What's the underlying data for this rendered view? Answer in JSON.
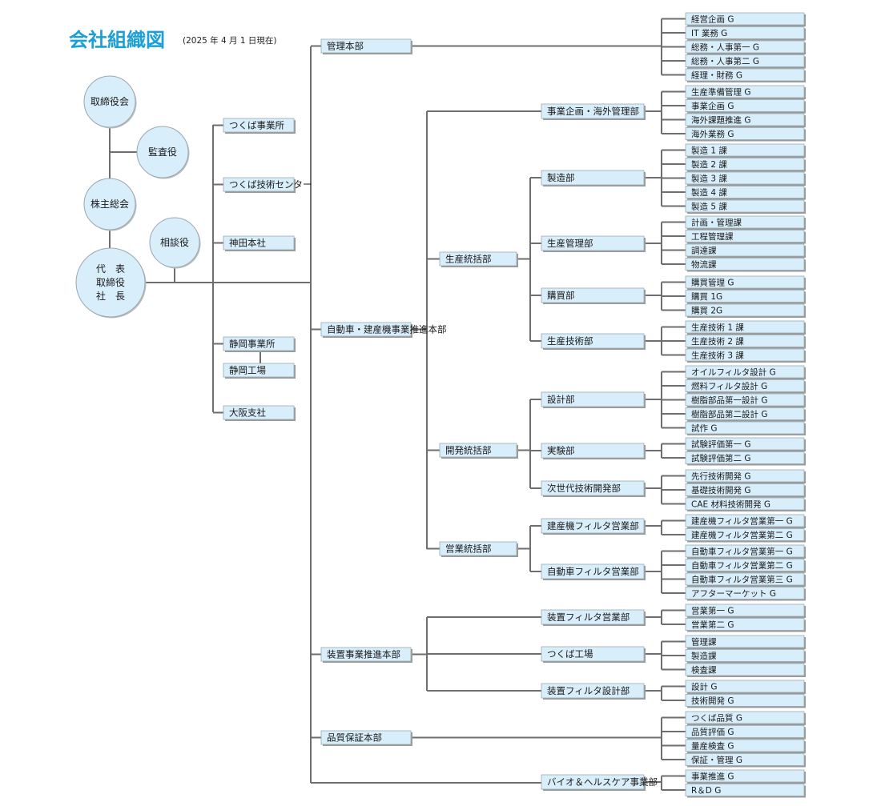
{
  "header": {
    "title": "会社組織図",
    "subtitle": "(2025 年 4 月 1 日現在)"
  },
  "colors": {
    "title": "#1a9fd8",
    "box_fill": "#d9eefb",
    "line": "#6e6e6e"
  },
  "governance": {
    "board": "取締役会",
    "auditor": "監査役",
    "shareholders": "株主総会",
    "advisor": "相談役",
    "president_lines": [
      "代　表",
      "取締役",
      "社　長"
    ]
  },
  "sites": [
    "つくば事業所",
    "つくば技術センター",
    "神田本社",
    "静岡事業所",
    "静岡工場",
    "大阪支社"
  ],
  "org": {
    "kanri": {
      "label": "管理本部",
      "groups": [
        "経営企画 G",
        "IT 業務 G",
        "総務・人事第一 G",
        "総務・人事第二 G",
        "経理・財務 G"
      ]
    },
    "jidosha": {
      "label": "自動車・建産機事業推進本部",
      "kikaku": {
        "label": "事業企画・海外管理部",
        "groups": [
          "生産準備管理 G",
          "事業企画 G",
          "海外課題推進 G",
          "海外業務 G"
        ]
      },
      "seisan_tokatsu": {
        "label": "生産統括部",
        "depts": [
          {
            "label": "製造部",
            "groups": [
              "製造 1 課",
              "製造 2 課",
              "製造 3 課",
              "製造 4 課",
              "製造 5 課"
            ]
          },
          {
            "label": "生産管理部",
            "groups": [
              "計画・管理課",
              "工程管理課",
              "調達課",
              "物流課"
            ]
          },
          {
            "label": "購買部",
            "groups": [
              "購買管理 G",
              "購買 1G",
              "購買 2G"
            ]
          },
          {
            "label": "生産技術部",
            "groups": [
              "生産技術 1 課",
              "生産技術 2 課",
              "生産技術 3 課"
            ]
          }
        ]
      },
      "kaihatsu_tokatsu": {
        "label": "開発統括部",
        "depts": [
          {
            "label": "設計部",
            "groups": [
              "オイルフィルタ設計 G",
              "燃料フィルタ設計 G",
              "樹脂部品第一設計 G",
              "樹脂部品第二設計 G",
              "試作 G"
            ]
          },
          {
            "label": "実験部",
            "groups": [
              "試験評価第一 G",
              "試験評価第二 G"
            ]
          },
          {
            "label": "次世代技術開発部",
            "groups": [
              "先行技術開発 G",
              "基礎技術開発 G",
              "CAE 材料技術開発 G"
            ]
          }
        ]
      },
      "eigyo_tokatsu": {
        "label": "営業統括部",
        "depts": [
          {
            "label": "建産機フィルタ営業部",
            "groups": [
              "建産機フィルタ営業第一 G",
              "建産機フィルタ営業第二 G"
            ]
          },
          {
            "label": "自動車フィルタ営業部",
            "groups": [
              "自動車フィルタ営業第一 G",
              "自動車フィルタ営業第二 G",
              "自動車フィルタ営業第三 G",
              "アフターマーケット G"
            ]
          }
        ]
      }
    },
    "sochi": {
      "label": "装置事業推進本部",
      "depts": [
        {
          "label": "装置フィルタ営業部",
          "groups": [
            "営業第一 G",
            "営業第二 G"
          ]
        },
        {
          "label": "つくば工場",
          "groups": [
            "管理課",
            "製造課",
            "検査課"
          ]
        },
        {
          "label": "装置フィルタ設計部",
          "groups": [
            "設計 G",
            "技術開発 G"
          ]
        }
      ]
    },
    "hinshitsu": {
      "label": "品質保証本部",
      "groups": [
        "つくば品質 G",
        "品質評価 G",
        "量産検査 G",
        "保証・管理 G"
      ]
    },
    "bio": {
      "label": "バイオ＆ヘルスケア事業部",
      "groups": [
        "事業推進 G",
        "R＆D G"
      ]
    }
  }
}
